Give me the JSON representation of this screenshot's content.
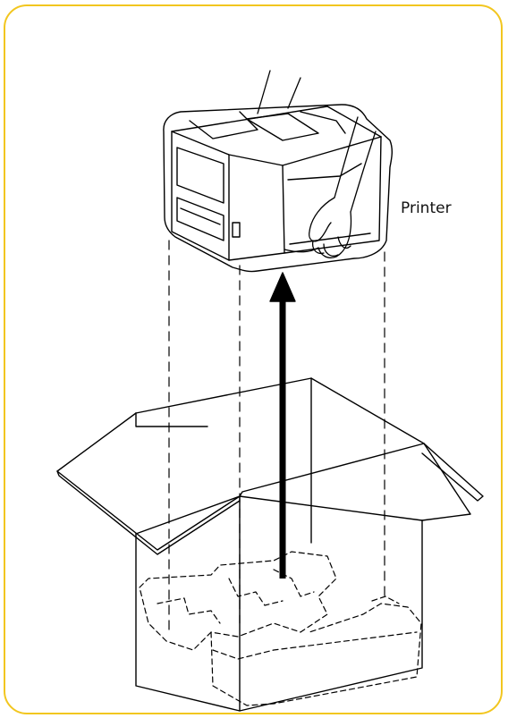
{
  "diagram": {
    "label_printer": "Printer",
    "colors": {
      "frame_border": "#f2c61f",
      "line": "#000000",
      "background": "#ffffff"
    },
    "icons": [
      "printer-illustration",
      "hands-icon",
      "lift-arrow-icon",
      "shipping-box-illustration",
      "packing-foam-illustration"
    ]
  }
}
